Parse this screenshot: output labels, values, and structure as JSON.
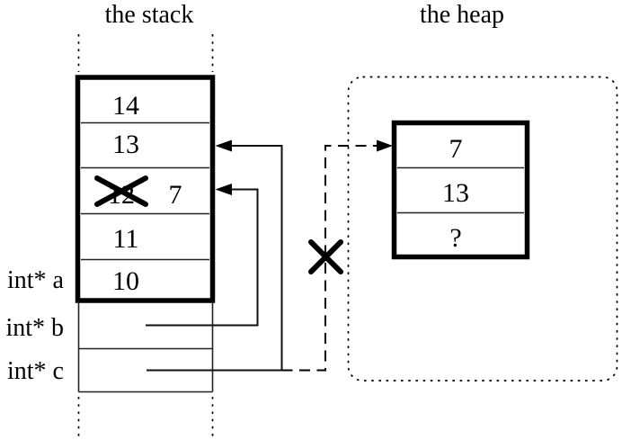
{
  "titles": {
    "stack": "the stack",
    "heap": "the heap"
  },
  "stack": {
    "cells": [
      "14",
      "13",
      "12",
      "11",
      "10"
    ],
    "crossed_out_value": "12",
    "replacement_value": "7"
  },
  "pointer_labels": {
    "a": "int* a",
    "b": "int* b",
    "c": "int* c"
  },
  "heap": {
    "cells": [
      "7",
      "13",
      "?"
    ]
  },
  "colors": {
    "ink": "#000000",
    "background": "#ffffff"
  }
}
